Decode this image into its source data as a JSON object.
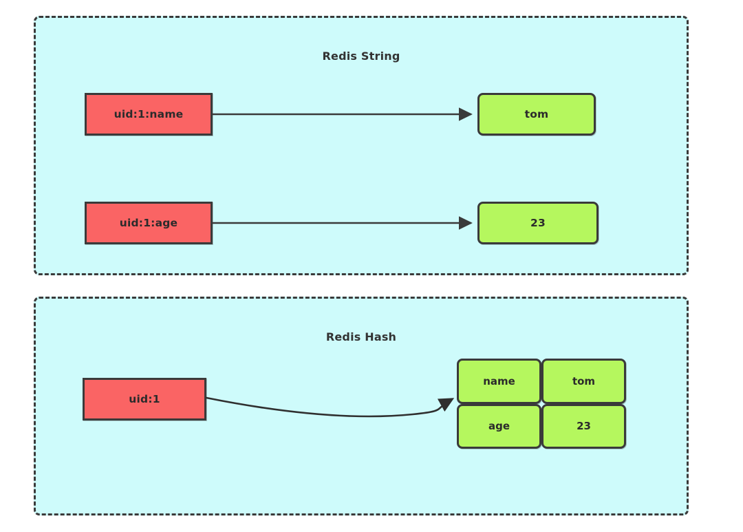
{
  "diagram": {
    "title_string": "Redis String",
    "title_hash": "Redis Hash",
    "colors": {
      "panel_background": "#CEFBFB",
      "panel_border": "#3a3a3a",
      "key_fill": "#FA6464",
      "value_fill": "#B5F75E",
      "stroke": "#3a3a3a",
      "text": "#2b2b2b",
      "page_background": "#ffffff"
    }
  },
  "string_section": {
    "title": "Redis String",
    "mappings": [
      {
        "key": "uid:1:name",
        "value": "tom",
        "arrow": "straight-arrow-icon"
      },
      {
        "key": "uid:1:age",
        "value": "23",
        "arrow": "straight-arrow-icon"
      }
    ]
  },
  "hash_section": {
    "title": "Redis Hash",
    "key": "uid:1",
    "arrow": "curved-arrow-icon",
    "fields": [
      {
        "field": "name",
        "value": "tom"
      },
      {
        "field": "age",
        "value": "23"
      }
    ]
  }
}
